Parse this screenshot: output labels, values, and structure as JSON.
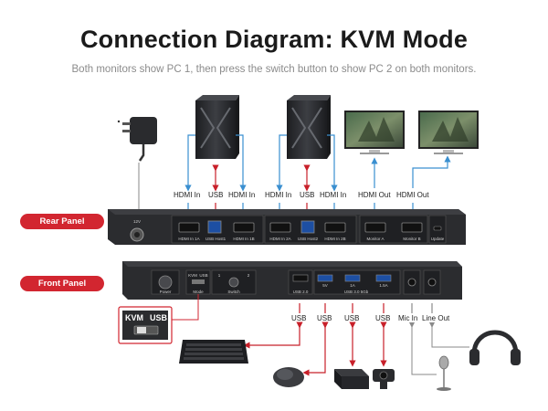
{
  "header": {
    "title": "Connection Diagram: KVM Mode",
    "subtitle": "Both monitors show PC 1, then press the switch button to show PC 2 on both monitors."
  },
  "rear": {
    "tag": "Rear Panel",
    "labels": {
      "hdmi_in_1": "HDMI In",
      "usb_1": "USB",
      "hdmi_in_2": "HDMI In",
      "hdmi_in_3": "HDMI In",
      "usb_2": "USB",
      "hdmi_in_4": "HDMI In",
      "hdmi_out_1": "HDMI Out",
      "hdmi_out_2": "HDMI Out"
    },
    "ports": {
      "p1": "HDMI In 1A",
      "p2": "USB Host1",
      "p3": "HDMI In 1B",
      "p4": "HDMI In 2A",
      "p5": "USB Host2",
      "p6": "HDMI In 2B",
      "p7": "Monitor A",
      "p8": "Monitor B",
      "p9": "Update",
      "dc": "12V"
    }
  },
  "front": {
    "tag": "Front Panel",
    "ports": {
      "power": "Power",
      "mode": "Mode",
      "kvm": "KVM",
      "usb_mode": "USB",
      "switch": "Switch",
      "sw1": "1",
      "sw2": "2",
      "usb2": "USB 2.0",
      "usb3": "USB 3.0 5Gb",
      "p5a_1": "5V",
      "p5a_2": "1A",
      "p5a_3": "1.5A"
    },
    "labels": {
      "usb_1": "USB",
      "usb_2": "USB",
      "usb_3": "USB",
      "usb_4": "USB",
      "mic_in": "Mic In",
      "line_out": "Line Out"
    },
    "callout": {
      "left": "KVM",
      "right": "USB"
    }
  },
  "colors": {
    "accent_red": "#d22630",
    "arrow_blue": "#3a8fd0",
    "arrow_red": "#c8202a",
    "device_dark": "#2e2f32",
    "panel_bg": "#2b2c2f"
  }
}
